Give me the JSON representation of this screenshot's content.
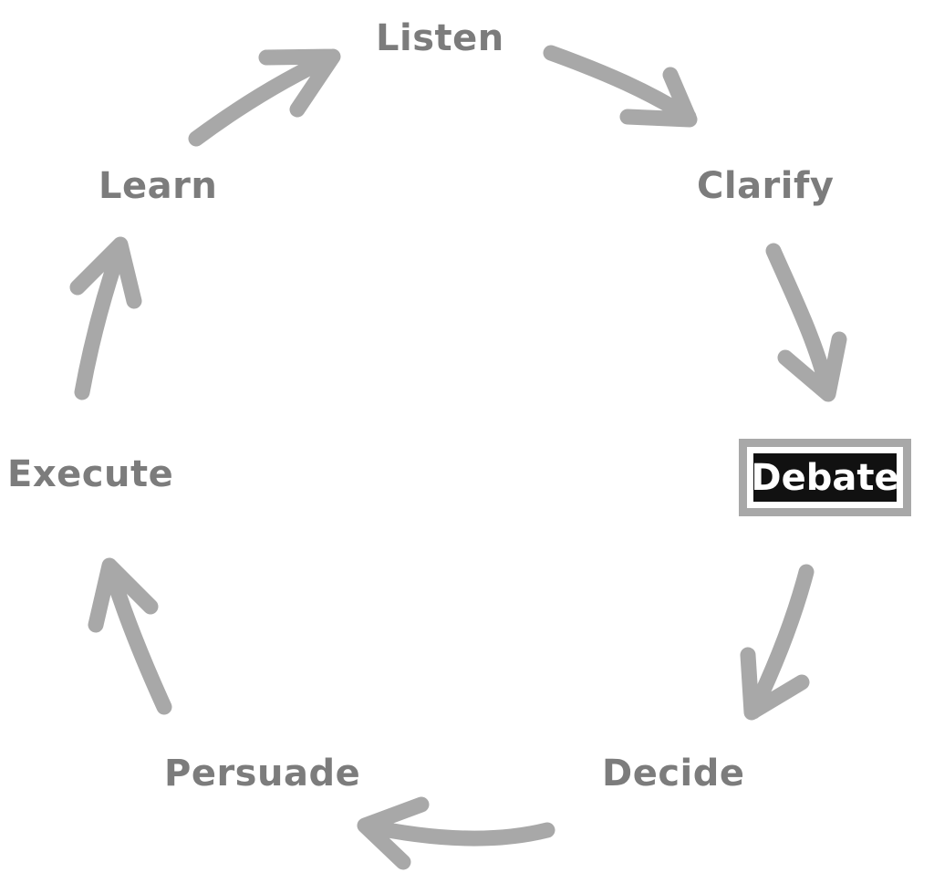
{
  "colors": {
    "arrow": "#a8a8a8",
    "label": "#7c7c7c",
    "highlight_bg": "#111111",
    "highlight_border": "#a8a8a8",
    "highlight_text": "#ffffff"
  },
  "steps": [
    {
      "id": "listen",
      "label": "Listen"
    },
    {
      "id": "clarify",
      "label": "Clarify"
    },
    {
      "id": "debate",
      "label": "Debate",
      "current": true
    },
    {
      "id": "decide",
      "label": "Decide"
    },
    {
      "id": "persuade",
      "label": "Persuade"
    },
    {
      "id": "execute",
      "label": "Execute"
    },
    {
      "id": "learn",
      "label": "Learn"
    }
  ]
}
